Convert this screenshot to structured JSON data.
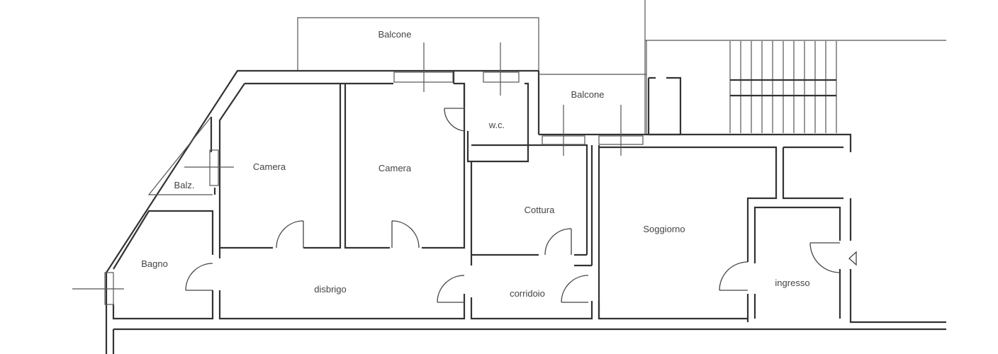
{
  "plan": {
    "rooms": {
      "balcone_top": "Balcone",
      "balcone_right": "Balcone",
      "wc": "w.c.",
      "camera_1": "Camera",
      "camera_2": "Camera",
      "balz": "Balz.",
      "cottura": "Cottura",
      "soggiorno": "Soggiorno",
      "bagno": "Bagno",
      "disbrigo": "disbrigo",
      "corridoio": "corridoio",
      "ingresso": "ingresso"
    },
    "line_color": "#333333"
  }
}
